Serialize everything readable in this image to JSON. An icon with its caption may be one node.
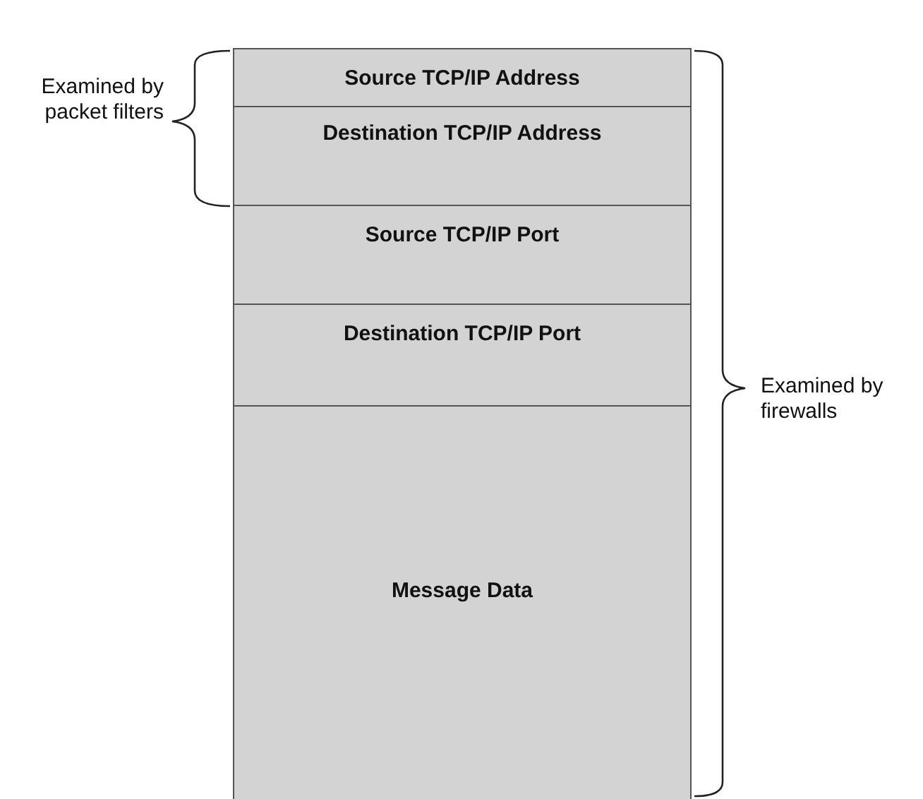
{
  "diagram": {
    "nodes": [
      {
        "text": [
          "Source TCP/IP Address"
        ]
      },
      {
        "text": [
          "Destination TCP/IP Address"
        ]
      },
      {
        "text": [
          "Source TCP/IP Port"
        ]
      },
      {
        "text": [
          "Destination TCP/IP Port"
        ]
      },
      {
        "text": [
          "Message Data"
        ]
      }
    ],
    "edges": [],
    "labels": [
      "Examined by packet filters",
      "Examined by firewalls"
    ]
  }
}
